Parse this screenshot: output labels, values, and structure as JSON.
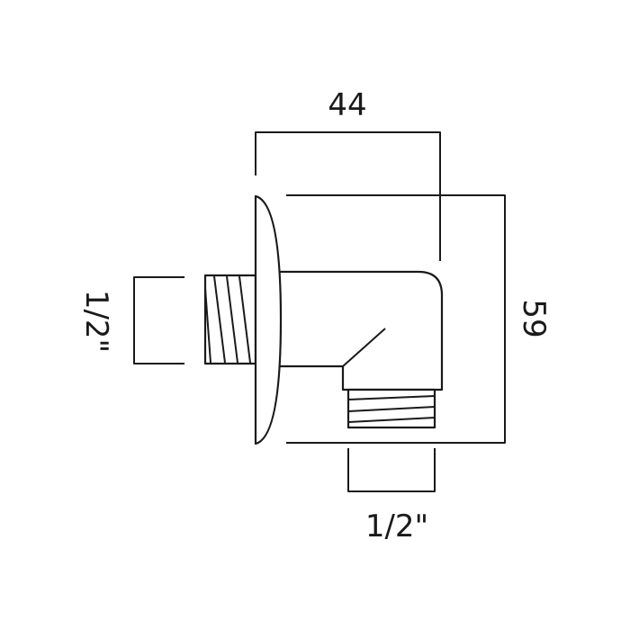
{
  "diagram": {
    "dimensions": {
      "width": "44",
      "height": "59",
      "inlet_thread": "1/2\"",
      "outlet_thread": "1/2\""
    },
    "colors": {
      "line": "#1a1a1a",
      "background": "#ffffff"
    }
  }
}
